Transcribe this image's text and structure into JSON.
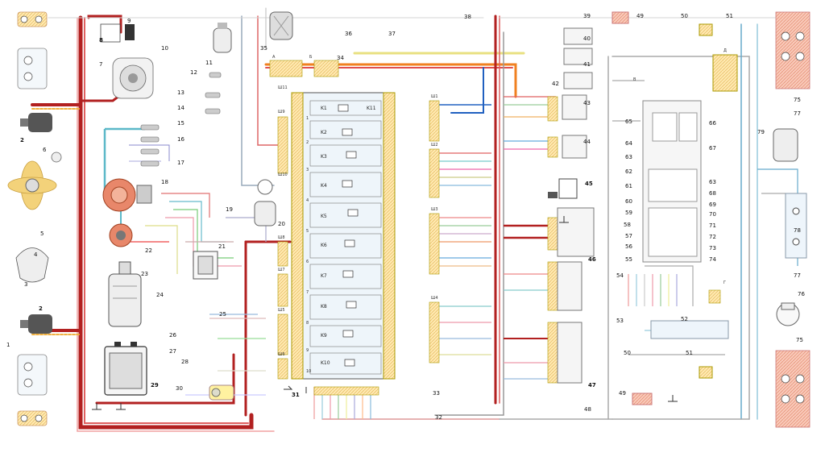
{
  "diagram": {
    "numbers": {
      "n1": "1",
      "n2a": "2",
      "n2b": "2",
      "n3": "3",
      "n4": "4",
      "n5": "5",
      "n6": "6",
      "n7": "7",
      "n8": "8",
      "n9": "9",
      "n10": "10",
      "n11": "11",
      "n12": "12",
      "n13": "13",
      "n14": "14",
      "n15": "15",
      "n16": "16",
      "n17": "17",
      "n18": "18",
      "n19": "19",
      "n20": "20",
      "n21": "21",
      "n22": "22",
      "n23": "23",
      "n24": "24",
      "n25": "25",
      "n26": "26",
      "n27": "27",
      "n28": "28",
      "n29": "29",
      "n30": "30",
      "n31": "31",
      "n32": "32",
      "n33": "33",
      "n34": "34",
      "n35": "35",
      "n36": "36",
      "n37": "37",
      "n38": "38",
      "n39": "39",
      "n40": "40",
      "n41": "41",
      "n42": "42",
      "n43": "43",
      "n44": "44",
      "n45": "45",
      "n46": "46",
      "n47": "47",
      "n48": "48",
      "n49a": "49",
      "n49b": "49",
      "n50a": "50",
      "n50b": "50",
      "n51a": "51",
      "n51b": "51",
      "n52": "52",
      "n53": "53",
      "n54": "54",
      "n55": "55",
      "n56": "56",
      "n57": "57",
      "n58": "58",
      "n59": "59",
      "n60": "60",
      "n61": "61",
      "n62": "62",
      "n63a": "63",
      "n63b": "63",
      "n64": "64",
      "n65": "65",
      "n66": "66",
      "n67": "67",
      "n68": "68",
      "n69": "69",
      "n70": "70",
      "n71": "71",
      "n72": "72",
      "n73": "73",
      "n74": "74",
      "n75a": "75",
      "n75b": "75",
      "n76": "76",
      "n77a": "77",
      "n77b": "77",
      "n78": "78",
      "n79": "79"
    },
    "connectors": {
      "sh1": "Ш1",
      "sh2": "Ш2",
      "sh3": "Ш3",
      "sh4": "Ш4",
      "sh5": "Ш5",
      "sh6": "Ш6",
      "sh7": "Ш7",
      "sh8": "Ш8",
      "sh9": "Ш9",
      "sh10": "Ш10",
      "sh11": "Ш11",
      "ra": "A",
      "rb": "Б",
      "rv": "В",
      "rg": "Г",
      "rd": "Д"
    },
    "fuse_box_relays": [
      "K1",
      "K2",
      "K3",
      "K4",
      "K5",
      "K6",
      "K7",
      "K8",
      "K9",
      "K10",
      "K11"
    ],
    "fuse_pins": [
      "1",
      "2",
      "3",
      "4",
      "5",
      "6",
      "7",
      "8",
      "9",
      "10"
    ]
  }
}
